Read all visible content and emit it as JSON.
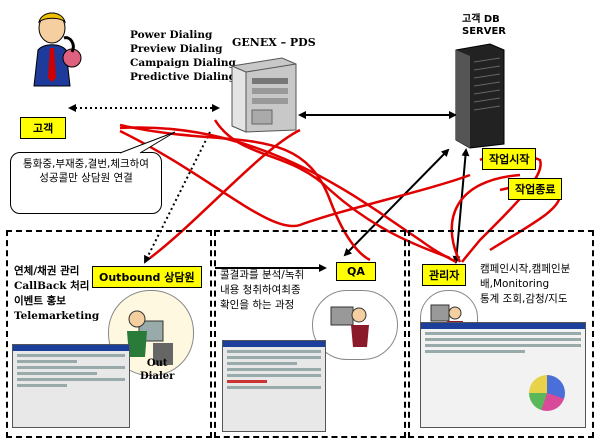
{
  "dialing_modes": [
    "Power Dialing",
    "Preview Dialing",
    "Campaign Dialing",
    "Predictive Dialing"
  ],
  "pds_title": "GENEX – PDS",
  "db_title": [
    "고객 DB",
    "SERVER"
  ],
  "customer_label": "고객",
  "customer_note": "통화중,부재중,결번,체크하여 성공콜만 상담원 연결",
  "start_label": "작업시작",
  "end_label": "작업종료",
  "outbound": {
    "label": "Outbound 상담원",
    "tasks": [
      "연체/채권 관리",
      "CallBack 처리",
      "이벤트 홍보",
      "Telemarketing"
    ],
    "dialer": [
      "Out",
      "Dialer"
    ]
  },
  "qa": {
    "label": "QA",
    "desc": [
      "콜결과를 분석/녹취",
      "내용 청취하여최종",
      "확인을 하는 과정"
    ]
  },
  "manager": {
    "label": "관리자",
    "desc": [
      "캠페인시작,캠페인분",
      "배,Monitoring",
      "통계 조회,감청/지도"
    ]
  },
  "colors": {
    "highlight": "#ffff00",
    "red_line": "#e00000",
    "dash": "#000000"
  }
}
